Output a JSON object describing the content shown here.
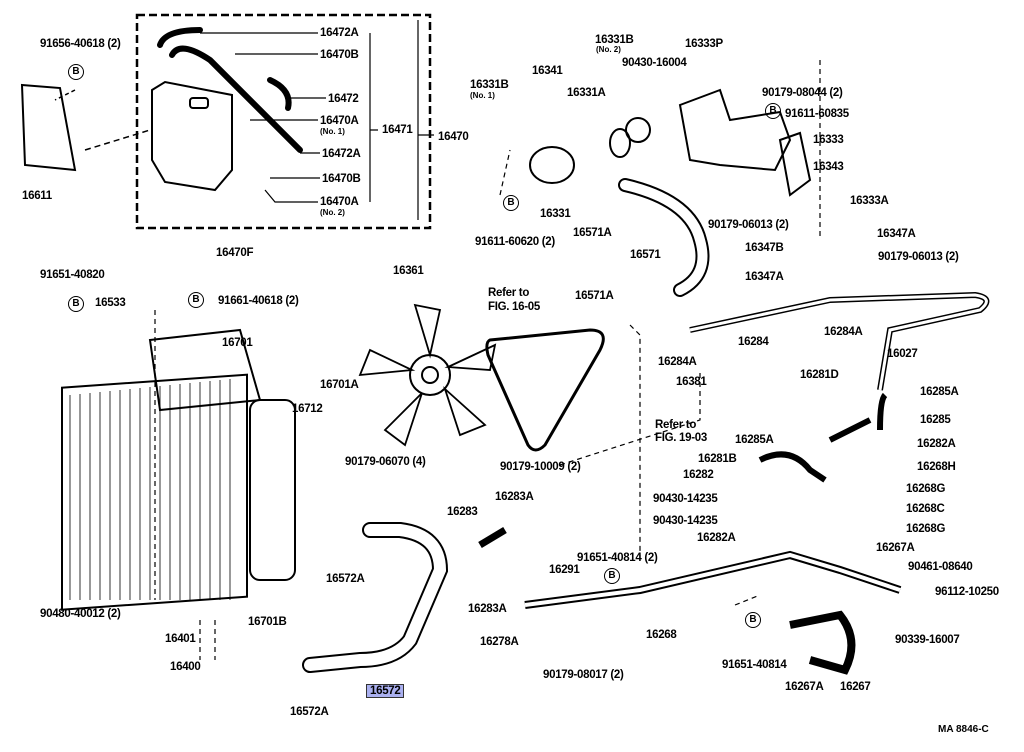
{
  "callouts": {
    "p91656": "91656-40618 (2)",
    "p16611": "16611",
    "p16472A_1": "16472A",
    "p16470B_1": "16470B",
    "p16472": "16472",
    "p16470A_1": "16470A",
    "p16470A_1_sub": "(No. 1)",
    "p16471": "16471",
    "p16470": "16470",
    "p16472A_2": "16472A",
    "p16470B_2": "16470B",
    "p16470A_2": "16470A",
    "p16470A_2_sub": "(No. 2)",
    "p16470F": "16470F",
    "p91651_40820": "91651-40820",
    "p16533": "16533",
    "p91661": "91661-40618 (2)",
    "p16701": "16701",
    "p16701A": "16701A",
    "p16712": "16712",
    "p90179_06070": "90179-06070 (4)",
    "p16361": "16361",
    "ref1605_a": "Refer to",
    "ref1605_b": "FIG. 16-05",
    "p16331B_1": "16331B",
    "p16331B_1_sub": "(No. 1)",
    "p16341": "16341",
    "p16331A": "16331A",
    "p16331B_2": "16331B",
    "p16331B_2_sub": "(No. 2)",
    "p90430_16004": "90430-16004",
    "p16333P": "16333P",
    "p90179_08044": "90179-08044 (2)",
    "p91611_60835": "91611-60835",
    "p16333": "16333",
    "p16343": "16343",
    "p16333A": "16333A",
    "p16331": "16331",
    "p91611_60620": "91611-60620 (2)",
    "p16571A_1": "16571A",
    "p16571": "16571",
    "p16571A_2": "16571A",
    "p90179_06013_1": "90179-06013 (2)",
    "p16347B": "16347B",
    "p16347A_1": "16347A",
    "p16347A_2": "16347A",
    "p90179_06013_2": "90179-06013 (2)",
    "p16284A_1": "16284A",
    "p16284": "16284",
    "p16284A_2": "16284A",
    "p16027": "16027",
    "p16381": "16381",
    "ref1903_a": "Refer to",
    "ref1903_b": "FIG. 19-03",
    "p16281D": "16281D",
    "p16285A_1": "16285A",
    "p16285": "16285",
    "p16285A_2": "16285A",
    "p16282A_1": "16282A",
    "p16281B": "16281B",
    "p16282": "16282",
    "p16268H": "16268H",
    "p90430_14235_1": "90430-14235",
    "p16268G_1": "16268G",
    "p16268C": "16268C",
    "p90430_14235_2": "90430-14235",
    "p16268G_2": "16268G",
    "p16282A_2": "16282A",
    "p16267A_1": "16267A",
    "p90179_10009": "90179-10009 (2)",
    "p16283A_1": "16283A",
    "p16283": "16283",
    "p16291": "16291",
    "p91651_40814_2": "91651-40814 (2)",
    "p16572A_1": "16572A",
    "p16283A_2": "16283A",
    "p90461": "90461-08640",
    "p96112": "96112-10250",
    "p16268": "16268",
    "p16278A": "16278A",
    "p90339": "90339-16007",
    "p91651_40814": "91651-40814",
    "p90179_08017": "90179-08017 (2)",
    "p16267A_2": "16267A",
    "p16267": "16267",
    "p16572A_2": "16572A",
    "p16572": "16572",
    "p16401": "16401",
    "p16400": "16400",
    "p90480": "90480-40012 (2)",
    "p16701B": "16701B"
  },
  "bolt_marker": "B",
  "highlighted_part": "16572",
  "highlight_color": "#aab0f0",
  "drawing_code": "MA  8846-C"
}
